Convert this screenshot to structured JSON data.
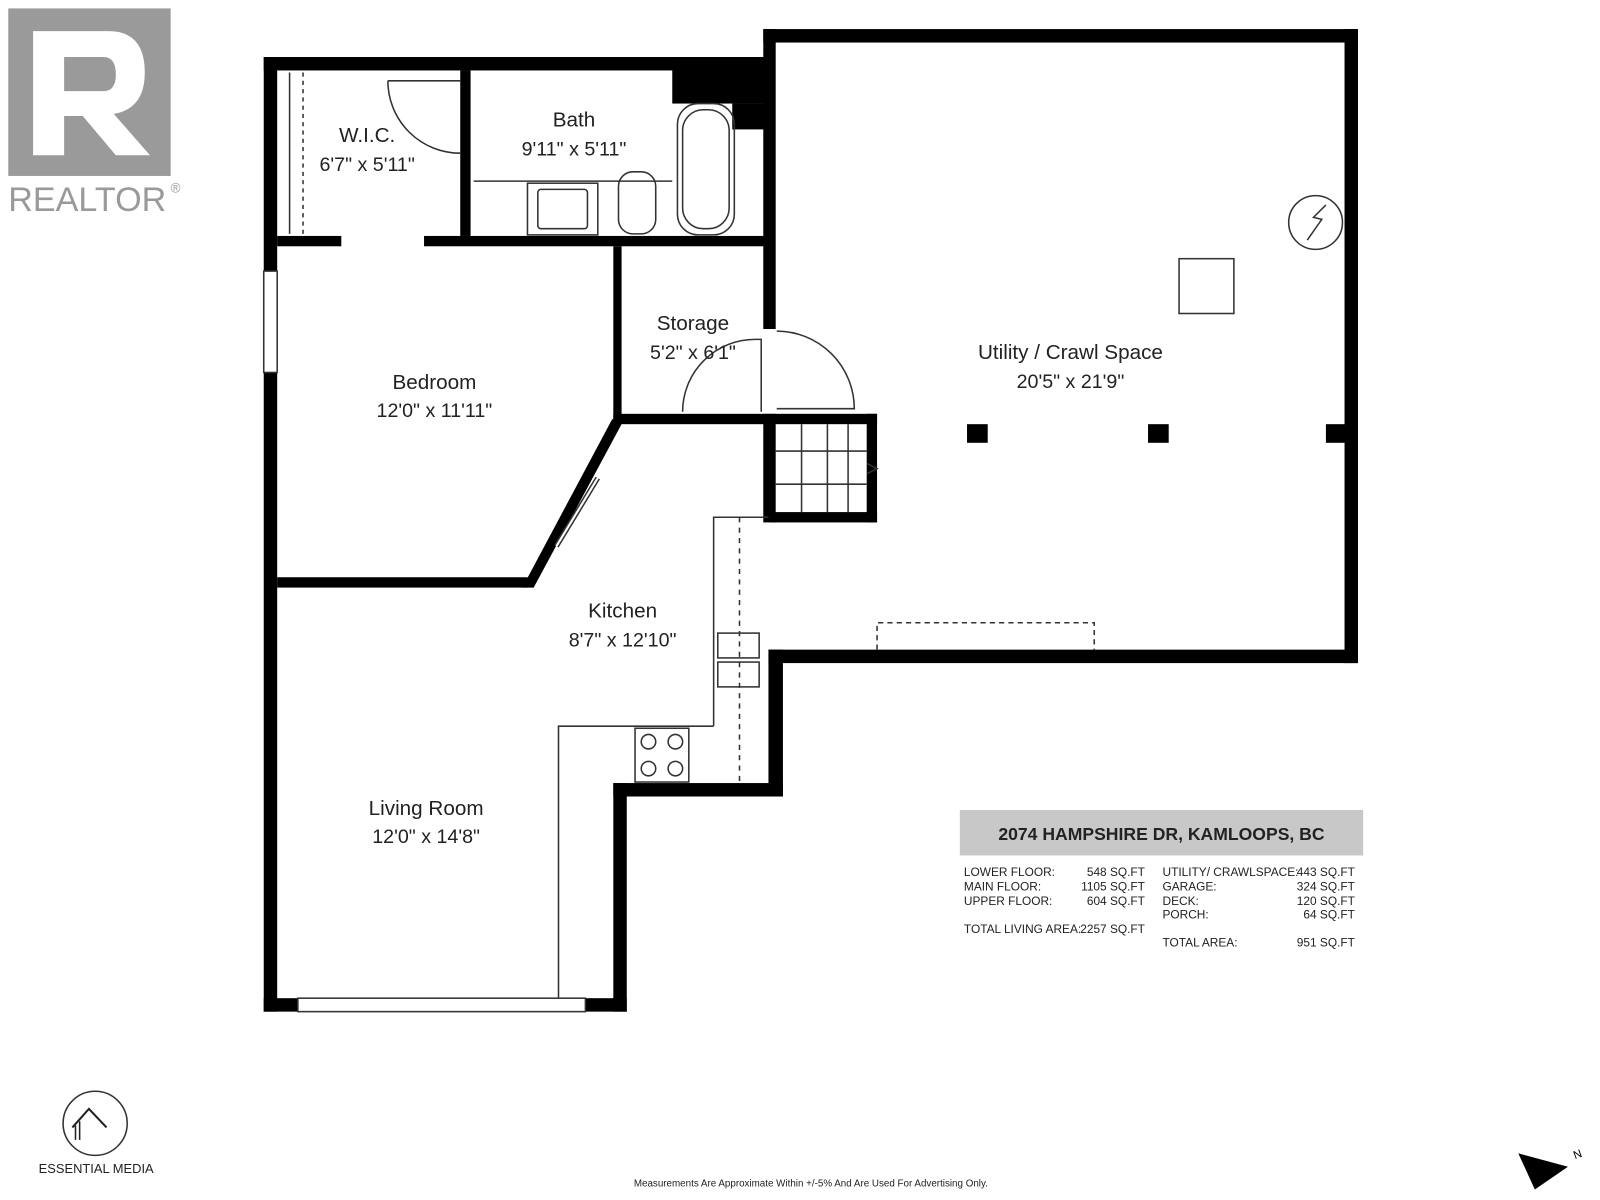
{
  "logo": {
    "text": "REALTOR",
    "mark": "®"
  },
  "rooms": [
    {
      "name": "W.I.C.",
      "dims": "6'7\" x 5'11\""
    },
    {
      "name": "Bath",
      "dims": "9'11\" x 5'11\""
    },
    {
      "name": "Storage",
      "dims": "5'2\" x 6'1\""
    },
    {
      "name": "Bedroom",
      "dims": "12'0\" x 11'11\""
    },
    {
      "name": "Kitchen",
      "dims": "8'7\" x 12'10\""
    },
    {
      "name": "Living Room",
      "dims": "12'0\" x 14'8\""
    },
    {
      "name": "Utility / Crawl Space",
      "dims": "20'5\" x 21'9\""
    }
  ],
  "info": {
    "address": "2074 HAMPSHIRE DR, KAMLOOPS, BC",
    "left": [
      {
        "label": "LOWER FLOOR:",
        "value": "548 SQ.FT"
      },
      {
        "label": "MAIN FLOOR:",
        "value": "1105 SQ.FT"
      },
      {
        "label": "UPPER FLOOR:",
        "value": "604 SQ.FT"
      }
    ],
    "total_living": {
      "label": "TOTAL LIVING AREA:",
      "value": "2257 SQ.FT"
    },
    "right": [
      {
        "label": "UTILITY/ CRAWLSPACE:",
        "value": "443 SQ.FT"
      },
      {
        "label": "GARAGE:",
        "value": "324 SQ.FT"
      },
      {
        "label": "DECK:",
        "value": "120 SQ.FT"
      },
      {
        "label": "PORCH:",
        "value": "64 SQ.FT"
      }
    ],
    "total_area": {
      "label": "TOTAL AREA:",
      "value": "951 SQ.FT"
    }
  },
  "brand": "ESSENTIAL MEDIA",
  "disclaimer": "Measurements Are Approximate Within +/-5% And Are Used For Advertising Only.",
  "compass": "N"
}
